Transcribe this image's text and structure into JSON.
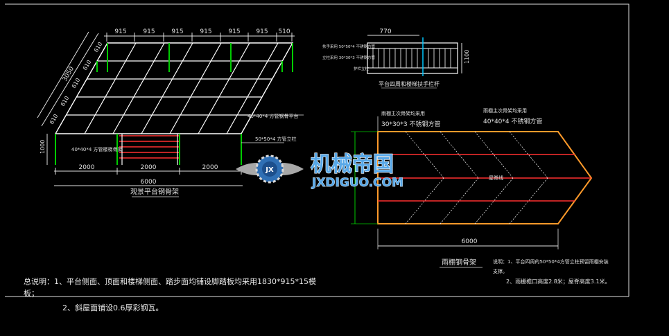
{
  "drawing": {
    "platform": {
      "dims_top": [
        "915",
        "915",
        "915",
        "915",
        "915",
        "915",
        "510"
      ],
      "dims_left": [
        "610",
        "610",
        "610",
        "610",
        "610"
      ],
      "dim_depth": "3050",
      "dim_height": "1000",
      "dims_bottom": [
        "2000",
        "2000",
        "2000"
      ],
      "dim_total": "6000",
      "callout_top_right": "40*40*4 方管钢骨平台",
      "callout_mid": "50*50*4 方管立柱",
      "callout_stair": "40*40*4 方管楼梯骨架",
      "title": "观景平台钢骨架"
    },
    "railing": {
      "dim_width": "770",
      "dim_height": "1100",
      "label_1": "扶手采用 50*50*4 不锈钢方管",
      "label_2": "立柱采用 30*30*3 不锈钢方管",
      "label_3": "护栏立柱",
      "title": "平台四周和楼梯扶手栏杆"
    },
    "roof": {
      "label_left_1": "雨棚主次骨架均采用",
      "label_left_2": "30*30*3 不锈钢方管",
      "label_right_1": "雨棚主次骨架均采用",
      "label_right_2": "40*40*4 不锈钢方管",
      "center_label": "屋脊线",
      "dim_total": "6000",
      "title": "雨棚钢骨架",
      "note_1": "说明：1、平台四周的50*50*4方管立柱预留雨棚安装",
      "note_1b": "支撑。",
      "note_2": "2、雨棚檐口高度2.8米；屋脊高度3.1米。"
    },
    "logo": {
      "cn": "机械帝国",
      "en": "JXDIGUO.COM",
      "badge": "JX"
    },
    "general_notes": {
      "line1": "总说明：1、平台侧面、顶面和楼梯侧面、踏步面均铺设脚踏板均采用1830*915*15模",
      "line1b": "板；",
      "line2": "2、斜屋面铺设0.6厚彩钢瓦。"
    },
    "colors": {
      "background": "#000000",
      "frame": "#e0e0e0",
      "green": "#00cc00",
      "red": "#ff3030",
      "orange": "#ff9a2a",
      "cyan": "#00c8ff",
      "logo_blue": "#58a8e8"
    }
  }
}
